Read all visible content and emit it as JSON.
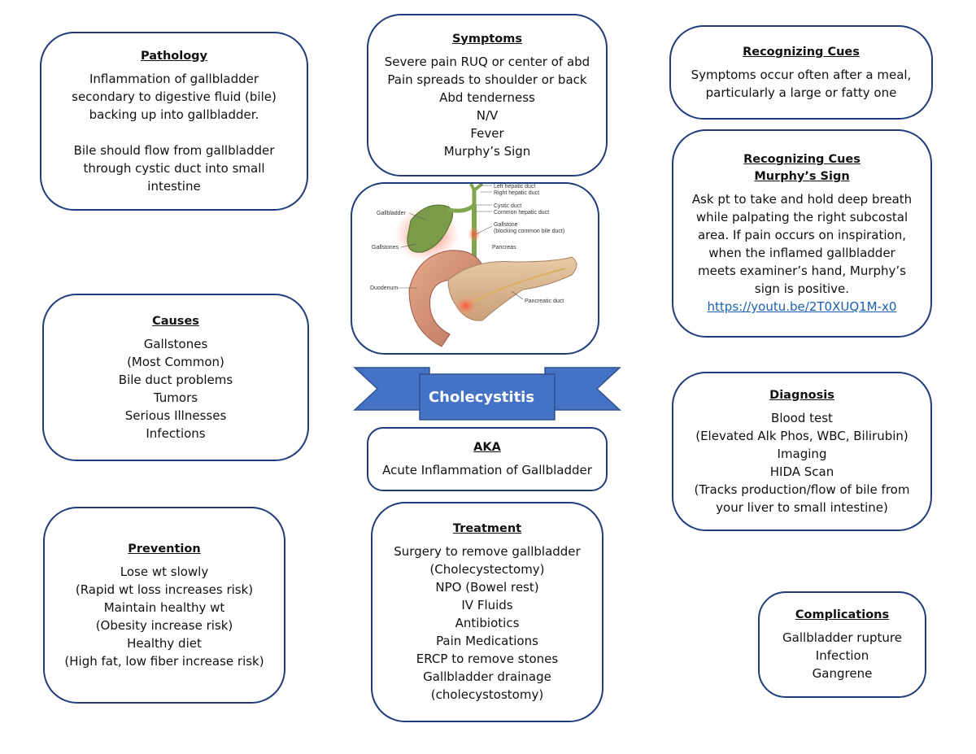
{
  "pathology": {
    "title": "Pathology",
    "lines": [
      "Inflammation of gallbladder",
      "secondary to digestive fluid (bile)",
      "backing up into gallbladder.",
      "",
      "Bile should flow from gallbladder",
      "through cystic duct into small",
      "intestine"
    ]
  },
  "symptoms": {
    "title": "Symptoms",
    "lines": [
      "Severe pain RUQ or center of abd",
      "Pain spreads to shoulder or back",
      "Abd tenderness",
      "N/V",
      "Fever",
      "Murphy’s Sign"
    ]
  },
  "cues1": {
    "title": "Recognizing Cues",
    "lines": [
      "Symptoms occur often after a meal,",
      "particularly a large or fatty one"
    ]
  },
  "cues2": {
    "title": "Recognizing Cues",
    "subtitle": "Murphy’s Sign",
    "lines": [
      "Ask pt to take and hold deep breath",
      "while palpating the right subcostal",
      "area. If pain occurs on inspiration,",
      "when the inflamed gallbladder",
      "meets examiner’s hand, Murphy’s",
      "sign is positive."
    ],
    "link": "https://youtu.be/2T0XUQ1M-x0"
  },
  "illustration": {
    "labels": {
      "gallbladder": "Gallbladder",
      "left_hepatic": "Left hepatic duct",
      "right_hepatic": "Right hepatic duct",
      "cystic": "Cystic duct",
      "common_hepatic": "Common hepatic duct",
      "gallstone": "Gallstone",
      "gallstone_note": "(blocking common bile duct)",
      "gallstones": "Gallstones",
      "pancreas": "Pancreas",
      "duodenum": "Duodenum",
      "pancreatic_duct": "Pancreatic duct"
    }
  },
  "banner": {
    "label": "Cholecystitis"
  },
  "causes": {
    "title": "Causes",
    "lines": [
      "Gallstones",
      "(Most Common)",
      "Bile duct problems",
      "Tumors",
      "Serious Illnesses",
      "Infections"
    ]
  },
  "aka": {
    "title": "AKA",
    "lines": [
      "Acute Inflammation of Gallbladder"
    ]
  },
  "diagnosis": {
    "title": "Diagnosis",
    "lines": [
      "Blood test",
      "(Elevated Alk Phos, WBC, Bilirubin)",
      "Imaging",
      "HIDA Scan",
      "(Tracks production/flow of bile from",
      "your liver to small intestine)"
    ]
  },
  "prevention": {
    "title": "Prevention",
    "lines": [
      "Lose wt slowly",
      "(Rapid wt loss increases risk)",
      "Maintain healthy wt",
      "(Obesity increase risk)",
      "Healthy diet",
      "(High fat, low fiber increase risk)"
    ]
  },
  "treatment": {
    "title": "Treatment",
    "lines": [
      "Surgery to remove gallbladder",
      "(Cholecystectomy)",
      "NPO (Bowel rest)",
      "IV Fluids",
      "Antibiotics",
      "Pain Medications",
      "ERCP to remove stones",
      "Gallbladder drainage",
      "(cholecystostomy)"
    ]
  },
  "complications": {
    "title": "Complications",
    "lines": [
      "Gallbladder rupture",
      "Infection",
      "Gangrene"
    ]
  },
  "colors": {
    "border": "#1f3d7a",
    "banner": "#4472c4",
    "banner_dark": "#2f528f",
    "link": "#1a5fb4"
  }
}
